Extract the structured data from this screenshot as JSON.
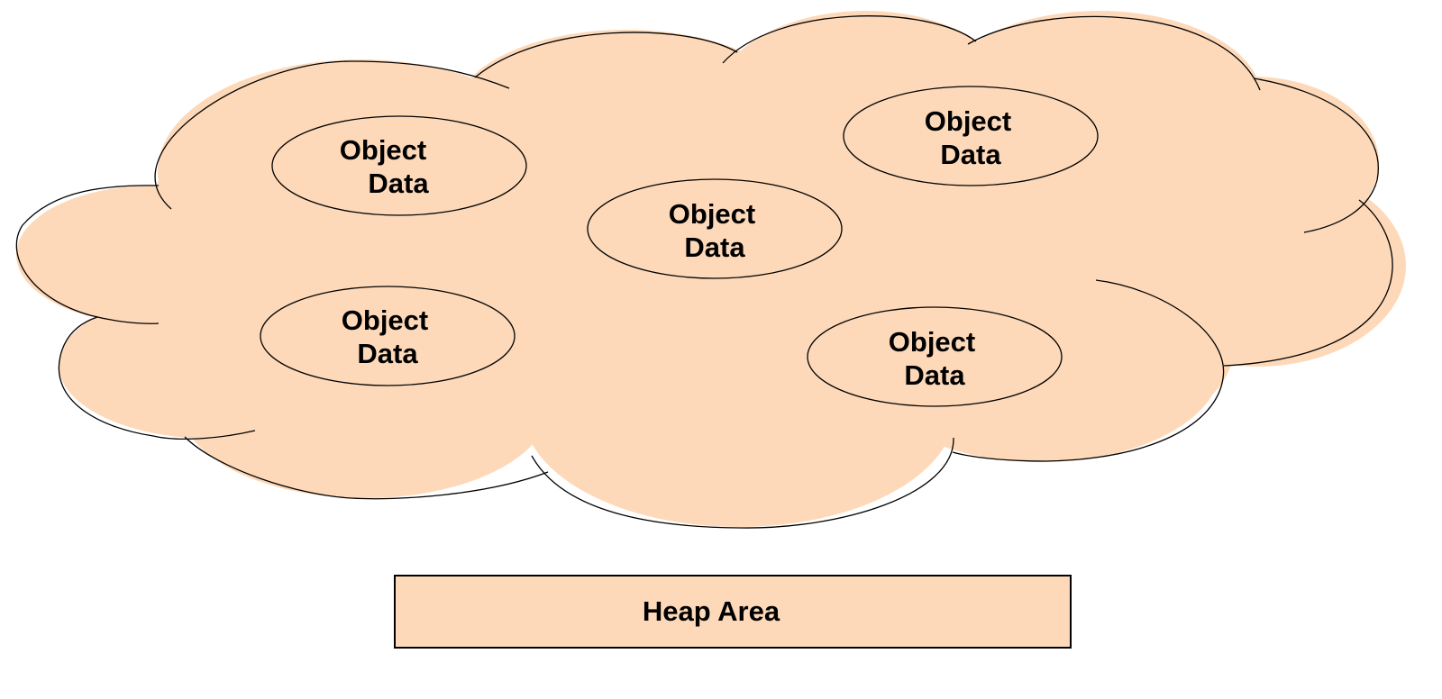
{
  "colors": {
    "fill": "#fdd9b9",
    "stroke": "#000000"
  },
  "objects": [
    {
      "line1": "Object",
      "line2": "Data"
    },
    {
      "line1": "Object",
      "line2": "Data"
    },
    {
      "line1": "Object",
      "line2": "Data"
    },
    {
      "line1": "Object",
      "line2": "Data"
    },
    {
      "line1": "Object",
      "line2": "Data"
    }
  ],
  "heap": {
    "label": "Heap Area"
  }
}
